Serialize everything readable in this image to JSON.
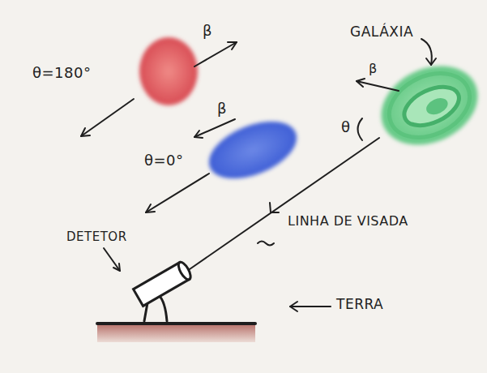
{
  "diagram": {
    "labels": [
      "β",
      "GALÁXIA",
      "θ=180°",
      "β",
      "β",
      "θ",
      "θ=0°",
      "LINHA DE VISADA",
      "DETETOR",
      "TERRA"
    ]
  }
}
